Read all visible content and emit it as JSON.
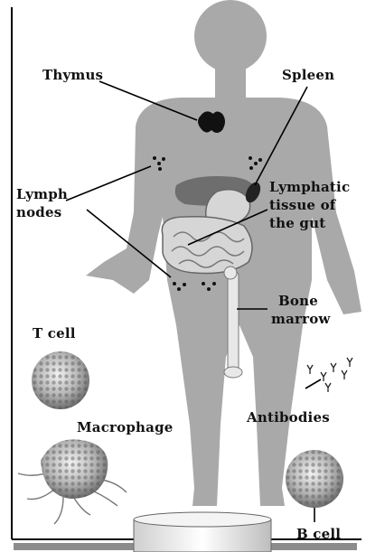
{
  "labels": {
    "thymus": "Thymus",
    "spleen": "Spleen",
    "lymph_nodes_1": "Lymph",
    "lymph_nodes_2": "nodes",
    "gut_1": "Lymphatic",
    "gut_2": "tissue of",
    "gut_3": "the gut",
    "bone_1": "Bone",
    "bone_2": "marrow",
    "t_cell": "T cell",
    "antibodies": "Antibodies",
    "macrophage": "Macrophage",
    "b_cell": "B cell"
  },
  "colors": {
    "body": "#a9a9a9",
    "organ_dark": "#6e6e6e",
    "organ_light": "#d6d6d6",
    "thymus": "#111111",
    "leader": "#000000",
    "frame": "#000000"
  }
}
